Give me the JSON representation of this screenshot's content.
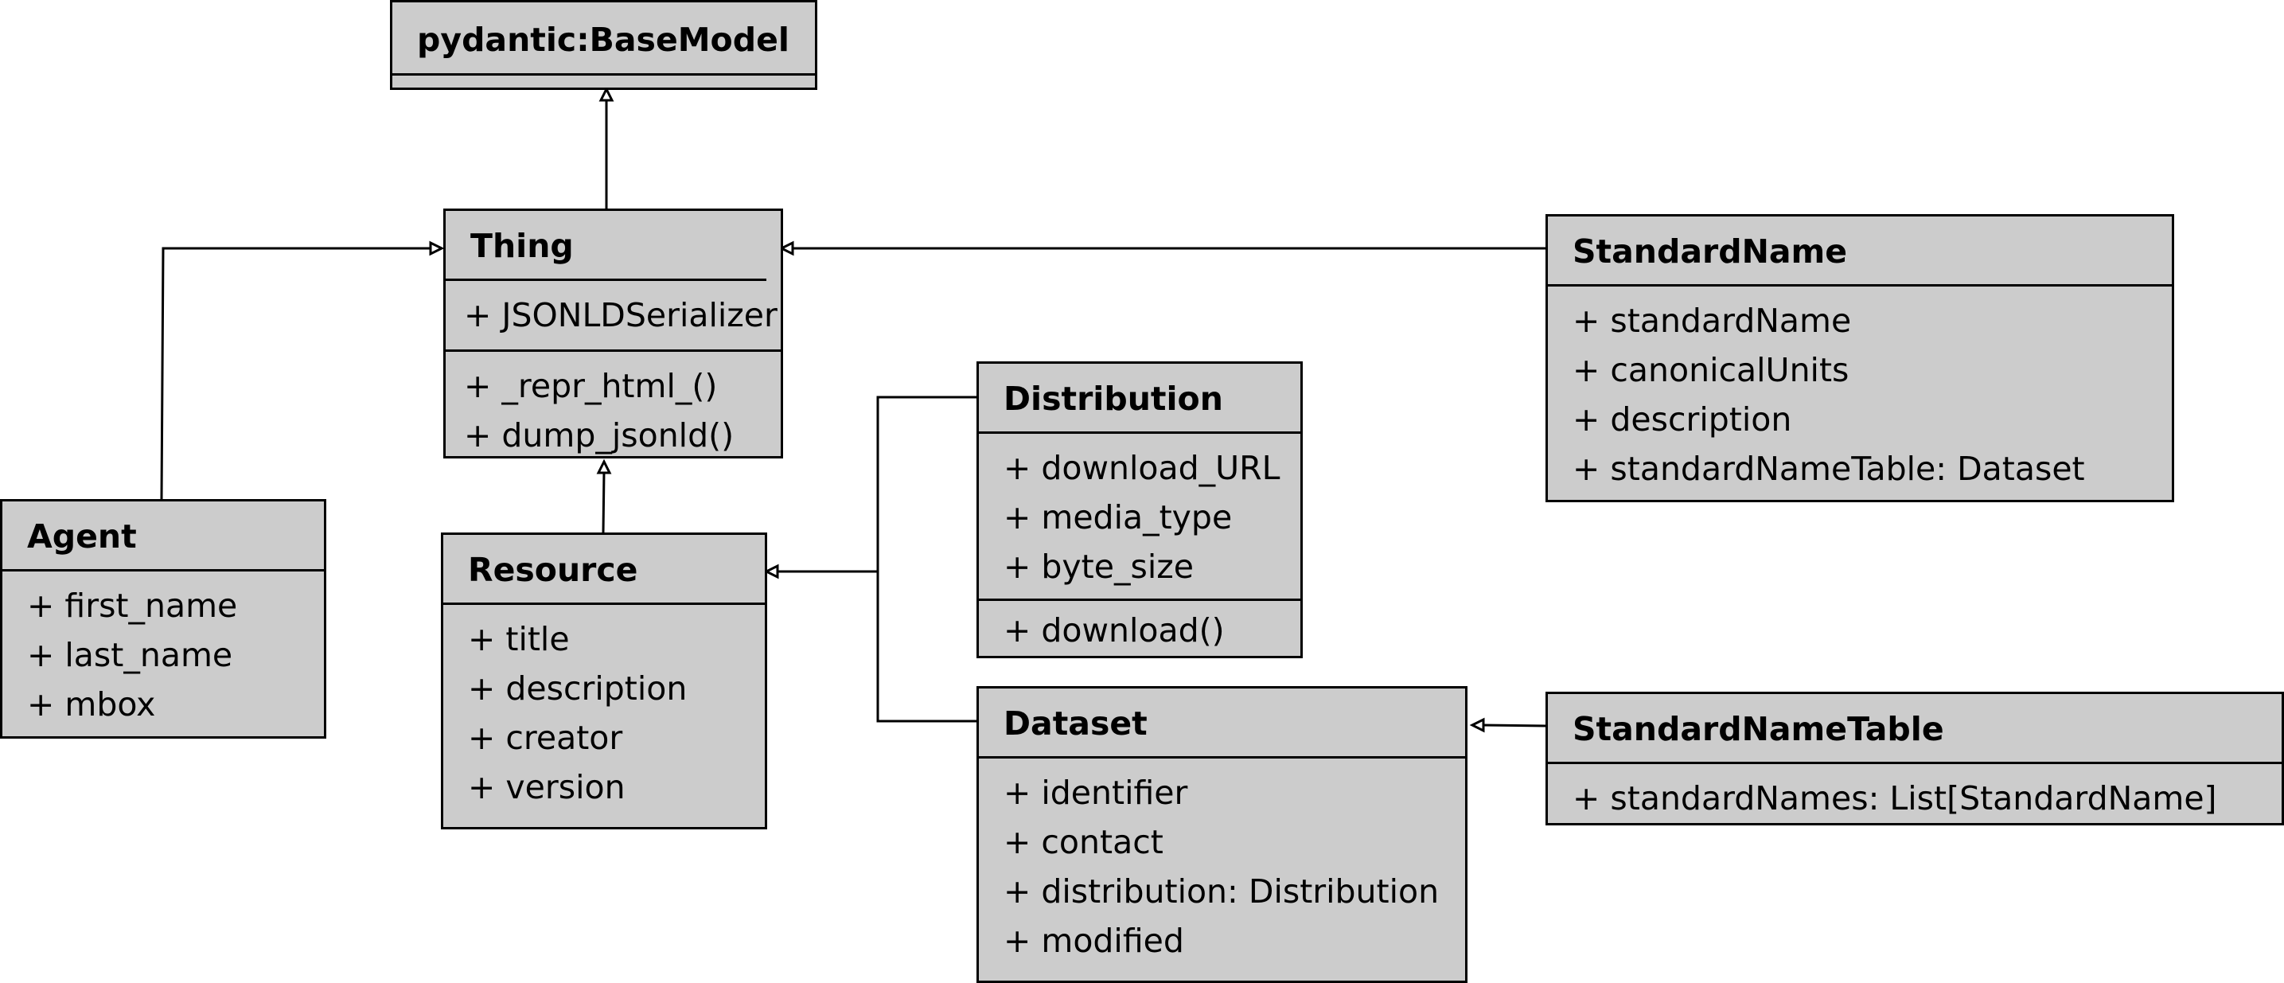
{
  "classes": {
    "basemodel": {
      "name": "pydantic:BaseModel",
      "attributes": [],
      "methods": []
    },
    "thing": {
      "name": "Thing",
      "attributes": [
        "+ JSONLDSerializer"
      ],
      "methods": [
        "+ _repr_html_()",
        "+ dump_jsonld()"
      ]
    },
    "agent": {
      "name": "Agent",
      "attributes": [
        "+ first_name",
        "+ last_name",
        "+ mbox"
      ],
      "methods": []
    },
    "resource": {
      "name": "Resource",
      "attributes": [
        "+ title",
        "+ description",
        "+ creator",
        "+ version"
      ],
      "methods": []
    },
    "distribution": {
      "name": "Distribution",
      "attributes": [
        "+ download_URL",
        "+ media_type",
        "+ byte_size"
      ],
      "methods": [
        "+ download()"
      ]
    },
    "dataset": {
      "name": "Dataset",
      "attributes": [
        "+ identifier",
        "+ contact",
        "+ distribution: Distribution",
        "+ modified"
      ],
      "methods": []
    },
    "standardname": {
      "name": "StandardName",
      "attributes": [
        "+ standardName",
        "+ canonicalUnits",
        "+ description",
        "+ standardNameTable: Dataset"
      ],
      "methods": []
    },
    "standardnametable": {
      "name": "StandardNameTable",
      "attributes": [
        "+ standardNames: List[StandardName]"
      ],
      "methods": []
    }
  },
  "relations": [
    {
      "from": "thing",
      "to": "basemodel",
      "type": "inheritance"
    },
    {
      "from": "agent",
      "to": "thing",
      "type": "inheritance"
    },
    {
      "from": "standardname",
      "to": "thing",
      "type": "inheritance"
    },
    {
      "from": "resource",
      "to": "thing",
      "type": "inheritance"
    },
    {
      "from": "distribution",
      "to": "resource",
      "type": "inheritance"
    },
    {
      "from": "dataset",
      "to": "resource",
      "type": "inheritance"
    },
    {
      "from": "standardnametable",
      "to": "dataset",
      "type": "inheritance"
    }
  ]
}
